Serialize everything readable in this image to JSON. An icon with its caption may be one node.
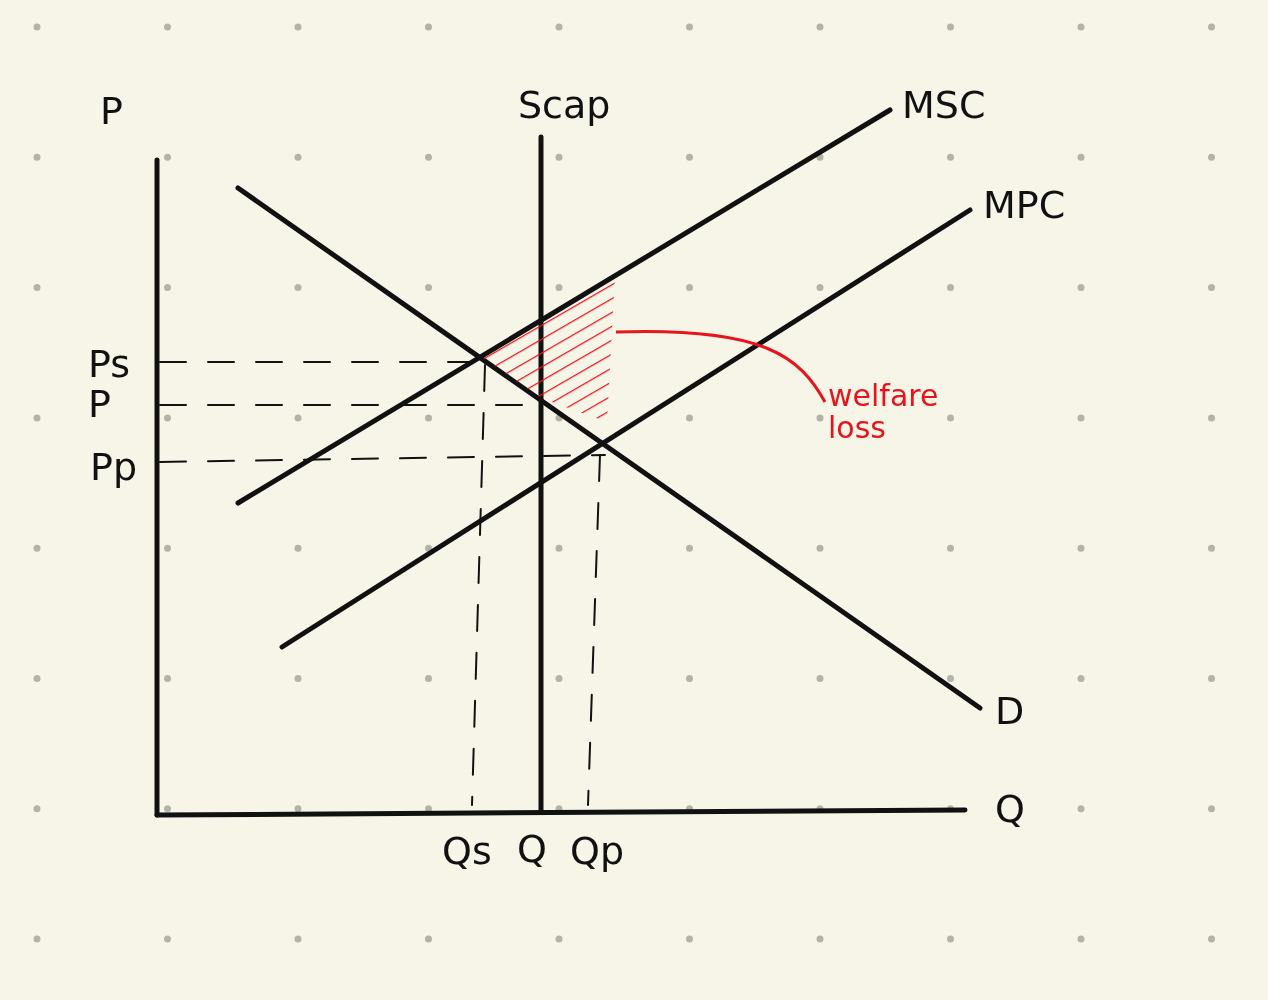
{
  "diagram": {
    "nodes": [
      {
        "text": [
          "welfare loss"
        ]
      },
      {
        "text": [],
        "shape": "picture"
      }
    ],
    "edges": [
      {
        "from": 0,
        "to": 1,
        "arrow": "none"
      }
    ],
    "labels": [
      "P",
      "Scap",
      "MSC",
      "MPC",
      "Ps",
      "P",
      "Pp",
      "D",
      "Q",
      "Qs",
      "Q",
      "Qp"
    ]
  }
}
